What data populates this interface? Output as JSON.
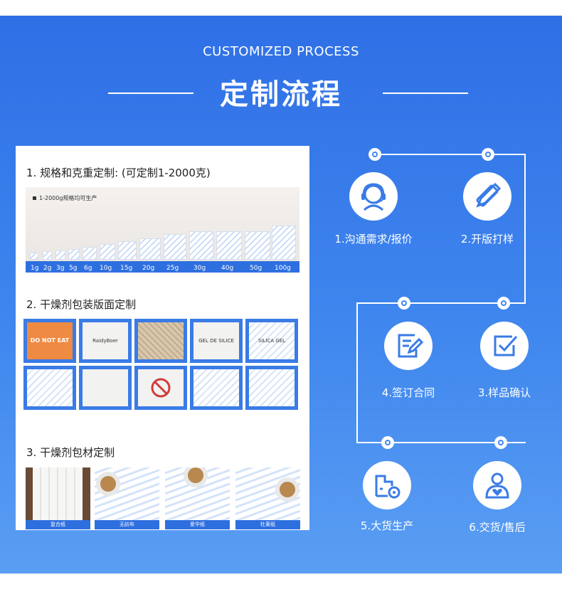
{
  "header": {
    "subtitle": "CUSTOMIZED PROCESS",
    "title": "定制流程"
  },
  "card": {
    "section1": {
      "title": "1. 规格和克重定制: (可定制1-2000克)",
      "note": "1-2000g规格均可生产",
      "sizes": [
        "1g",
        "2g",
        "3g",
        "5g",
        "6g",
        "10g",
        "15g",
        "20g",
        "25g",
        "30g",
        "40g",
        "50g",
        "100g"
      ]
    },
    "section2": {
      "title": "2. 干燥剂包装版面定制",
      "packs_row1": [
        "DO NOT EAT",
        "RaidyBoer",
        "",
        "GEL DE SILICE",
        "SILICA GEL"
      ],
      "packs_row2": [
        "",
        "",
        "",
        "",
        ""
      ]
    },
    "section3": {
      "title": "3. 干燥剂包材定制",
      "materials": [
        "复合纸",
        "无纺布",
        "爱华纸",
        "杜莱纸"
      ]
    }
  },
  "process": {
    "steps": [
      "1.沟通需求/报价",
      "2.开版打样",
      "3.样品确认",
      "4.签订合同",
      "5.大货生产",
      "6.交货/售后"
    ]
  },
  "colors": {
    "accent": "#2f6fe6",
    "icon": "#3a7be6",
    "background_bottom": "#5a9ef3"
  }
}
